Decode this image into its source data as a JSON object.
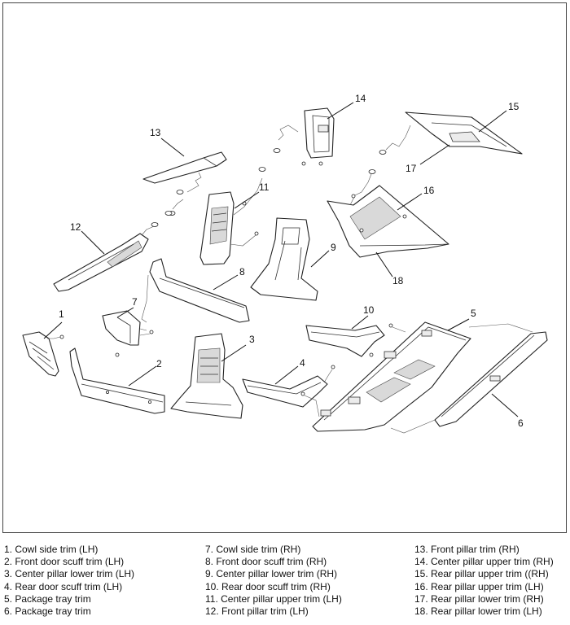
{
  "labels": [
    "1",
    "2",
    "3",
    "4",
    "5",
    "6",
    "7",
    "8",
    "9",
    "10",
    "11",
    "12",
    "13",
    "14",
    "15",
    "16",
    "17",
    "18"
  ],
  "legend": {
    "col1": [
      "1. Cowl side trim (LH)",
      "2. Front door scuff trim (LH)",
      "3. Center pillar lower trim (LH)",
      "4. Rear door scuff trim (LH)",
      "5. Package tray trim",
      "6. Package tray trim"
    ],
    "col2": [
      "7. Cowl side trim (RH)",
      "8. Front door scuff trim (RH)",
      "9. Center pillar lower trim (RH)",
      "10. Rear door scuff trim (RH)",
      "11. Center pillar upper trim (LH)",
      "12. Front pillar trim (LH)"
    ],
    "col3": [
      "13. Front pillar trim (RH)",
      "14. Center pillar upper trim (RH)",
      "15. Rear pillar upper trim ((RH)",
      "16. Rear pillar upper trim (LH)",
      "17. Rear pillar lower trim (RH)",
      "18. Rear pillar lower trim (LH)"
    ]
  }
}
